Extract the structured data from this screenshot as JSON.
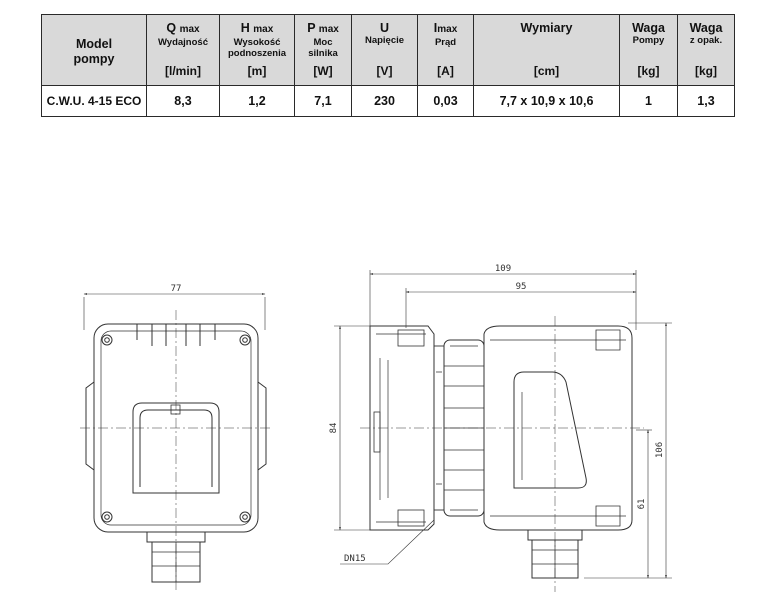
{
  "table": {
    "headers": [
      {
        "main": "Model",
        "main2": "pompy"
      },
      {
        "main": "Q",
        "small": "max",
        "sub": [
          "Wydajność"
        ],
        "unit": "[l/min]"
      },
      {
        "main": "H",
        "small": "max",
        "sub": [
          "Wysokość",
          "podnoszenia"
        ],
        "unit": "[m]"
      },
      {
        "main": "P",
        "small": "max",
        "sub": [
          "Moc",
          "silnika"
        ],
        "unit": "[W]"
      },
      {
        "main": "U",
        "small": "",
        "sub": [
          "Napięcie"
        ],
        "unit": "[V]"
      },
      {
        "main": "I",
        "small": "max",
        "sub": [
          "Prąd"
        ],
        "unit": "[A]"
      },
      {
        "main": "Wymiary",
        "small": "",
        "sub": [],
        "unit": "[cm]"
      },
      {
        "main": "Waga",
        "small": "",
        "sub": [
          "Pompy"
        ],
        "unit": "[kg]"
      },
      {
        "main": "Waga",
        "small": "",
        "sub": [
          "z opak."
        ],
        "unit": "[kg]"
      }
    ],
    "row": [
      "C.W.U. 4-15 ECO",
      "8,3",
      "1,2",
      "7,1",
      "230",
      "0,03",
      "7,7 x 10,9 x 10,6",
      "1",
      "1,3"
    ]
  },
  "drawing": {
    "front_width": "77",
    "side_total_length": "109",
    "side_body_length": "95",
    "side_height": "84",
    "side_total_height": "106",
    "side_axis_height": "61",
    "connection": "DN15"
  }
}
